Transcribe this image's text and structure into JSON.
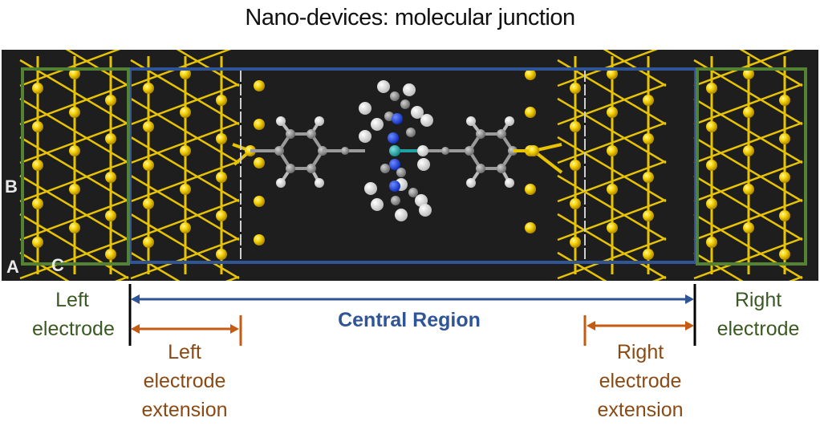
{
  "title": "Nano-devices: molecular junction",
  "axes_labels": {
    "a": "A",
    "b": "B",
    "c": "C"
  },
  "regions": {
    "central": "Central Region",
    "left_electrode": [
      "Left",
      "electrode"
    ],
    "right_electrode": [
      "Right",
      "electrode"
    ],
    "left_extension": [
      "Left",
      "electrode",
      "extension"
    ],
    "right_extension": [
      "Right",
      "electrode",
      "extension"
    ]
  },
  "colors": {
    "electrode_box": "#548235",
    "central_box": "#2f5597",
    "extension_arrow": "#c55a11",
    "gold_atom": "#f5d000",
    "background": "#1e1e1e"
  }
}
